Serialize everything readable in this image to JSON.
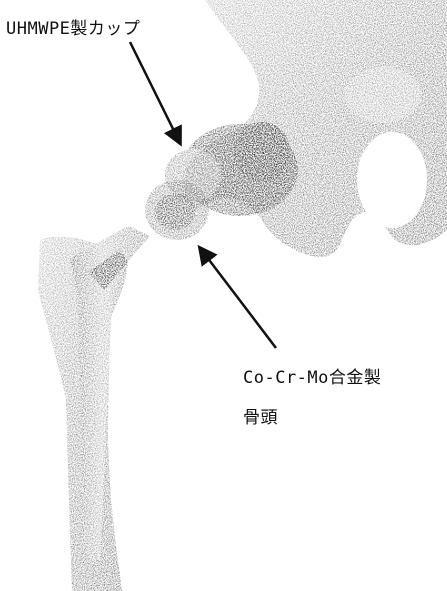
{
  "labels": {
    "cup": "UHMWPE製カップ",
    "head_line1": "Co-Cr-Mo合金製",
    "head_line2": "骨頭"
  },
  "colors": {
    "ink": "#111111",
    "bone": "#8a8a8a",
    "bone_dark": "#4a4a4a",
    "metal_dark": "#1e1e1e",
    "background": "#ffffff"
  },
  "icons": [
    "pelvis-illustration",
    "femur-stem-illustration",
    "acetabular-cup-illustration",
    "femoral-head-illustration",
    "pointer-arrow"
  ]
}
